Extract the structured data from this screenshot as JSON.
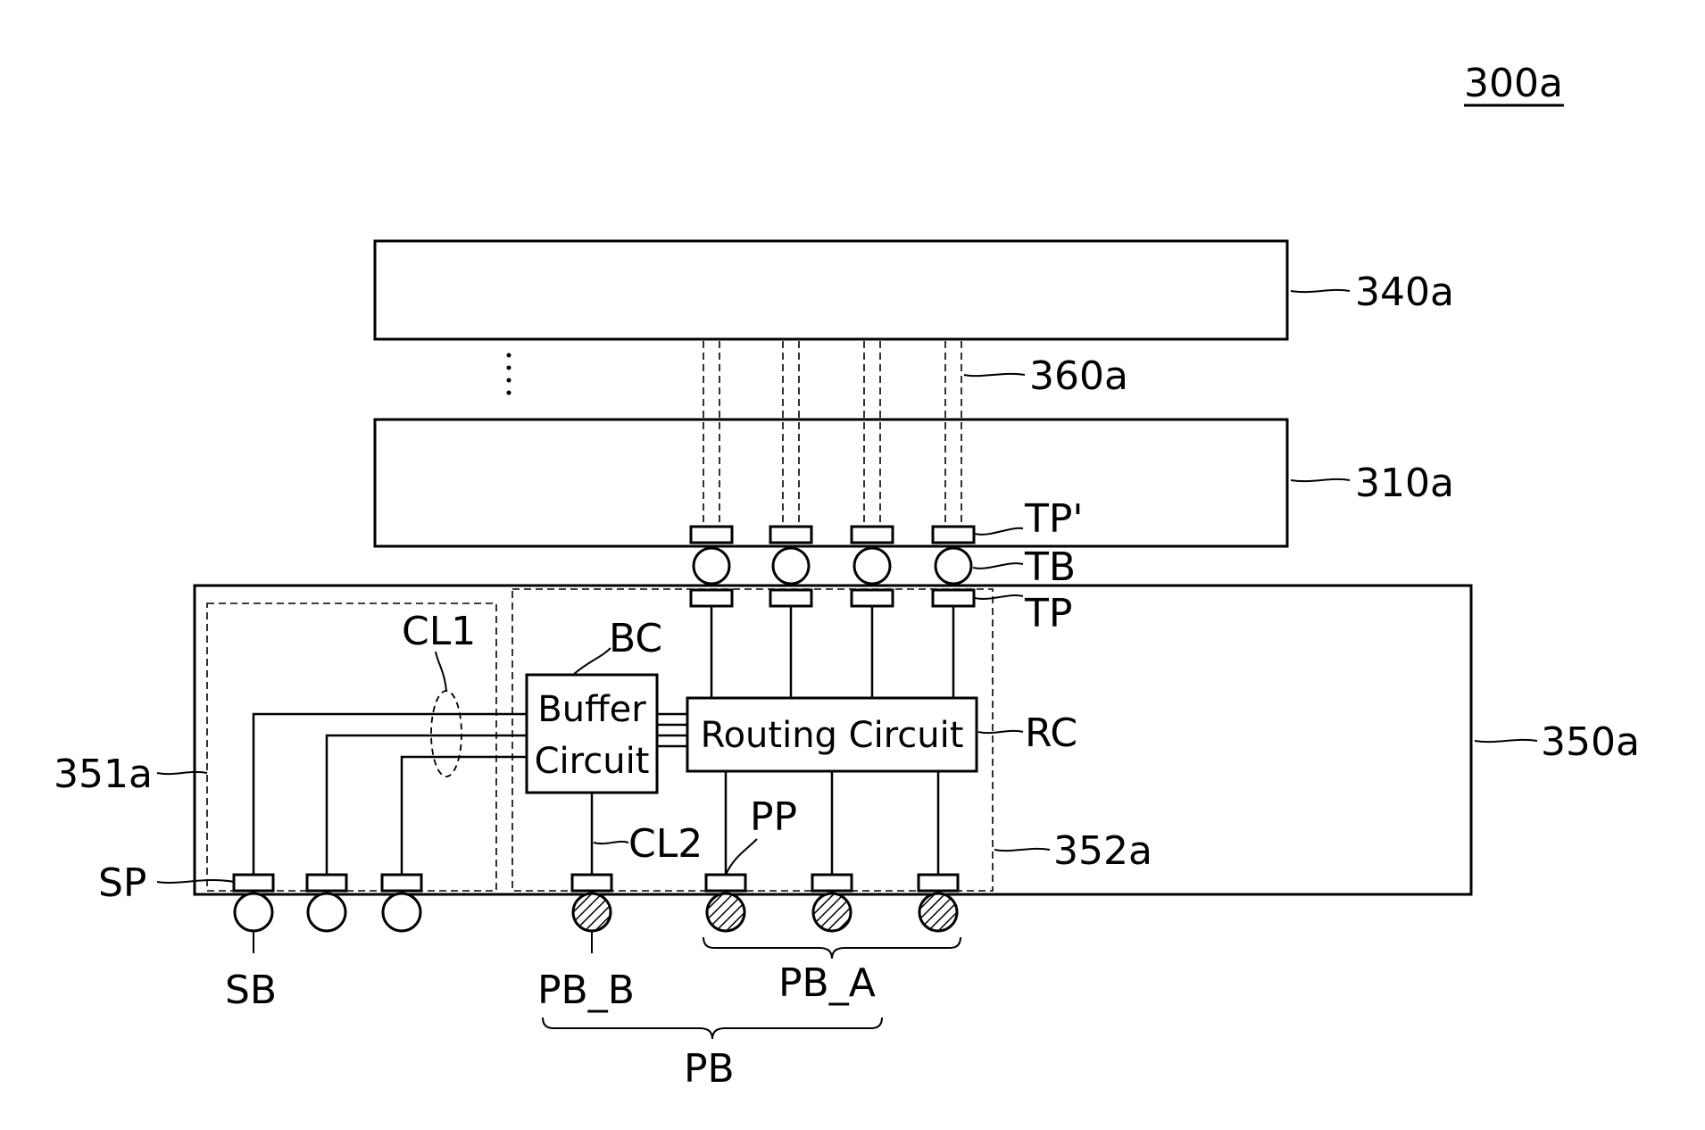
{
  "figure_ref": "300a",
  "layers": {
    "top_die": "340a",
    "through_vias": "360a",
    "core_die": "310a",
    "interface_die": "350a"
  },
  "regions": {
    "left_region": "351a",
    "right_region": "352a"
  },
  "pads_and_bumps": {
    "tp_prime": "TP'",
    "tb": "TB",
    "tp": "TP",
    "sp": "SP",
    "sb": "SB",
    "pp": "PP",
    "pb_a": "PB_A",
    "pb_b": "PB_B",
    "pb": "PB"
  },
  "circuits": {
    "buffer_line1": "Buffer",
    "buffer_line2": "Circuit",
    "buffer_ref": "BC",
    "routing": "Routing Circuit",
    "routing_ref": "RC"
  },
  "lines": {
    "cl1": "CL1",
    "cl2": "CL2"
  }
}
